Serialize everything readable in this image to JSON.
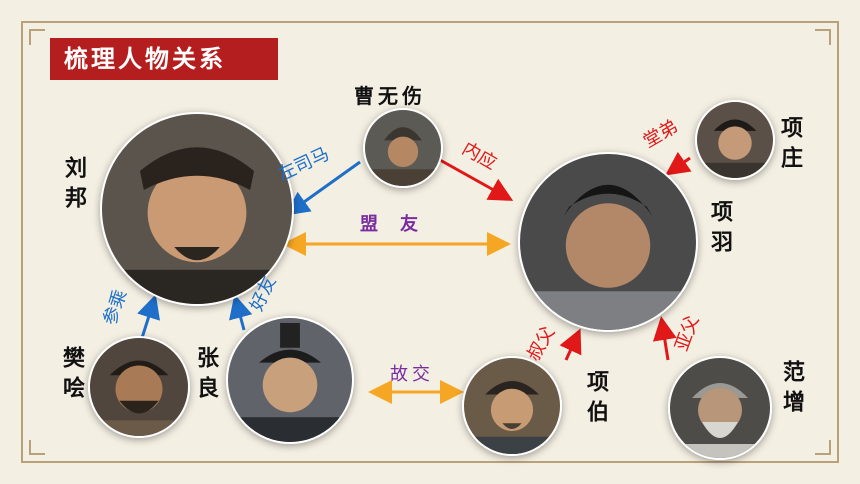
{
  "title": "梳理人物关系",
  "people": {
    "liubang": "刘邦",
    "caowushang": "曹无伤",
    "xiangyu": "项羽",
    "xiangzhuang": "项庄",
    "fankuai": "樊哙",
    "zhangliang": "张良",
    "xiangbo": "项伯",
    "fanzeng": "范增"
  },
  "relations": {
    "zuosima": "左司马",
    "neiying": "内应",
    "mengyou": "盟　友",
    "tangdi": "堂弟",
    "canchheng": "参乘",
    "haoyou": "好友",
    "gujiao": "故交",
    "shufu": "叔父",
    "yafu": "亚父"
  },
  "colors": {
    "title_bg": "#b51e1e",
    "blue": "#1f6fc9",
    "red": "#e01818",
    "orange": "#f5a623",
    "purple": "#7a2da0"
  }
}
